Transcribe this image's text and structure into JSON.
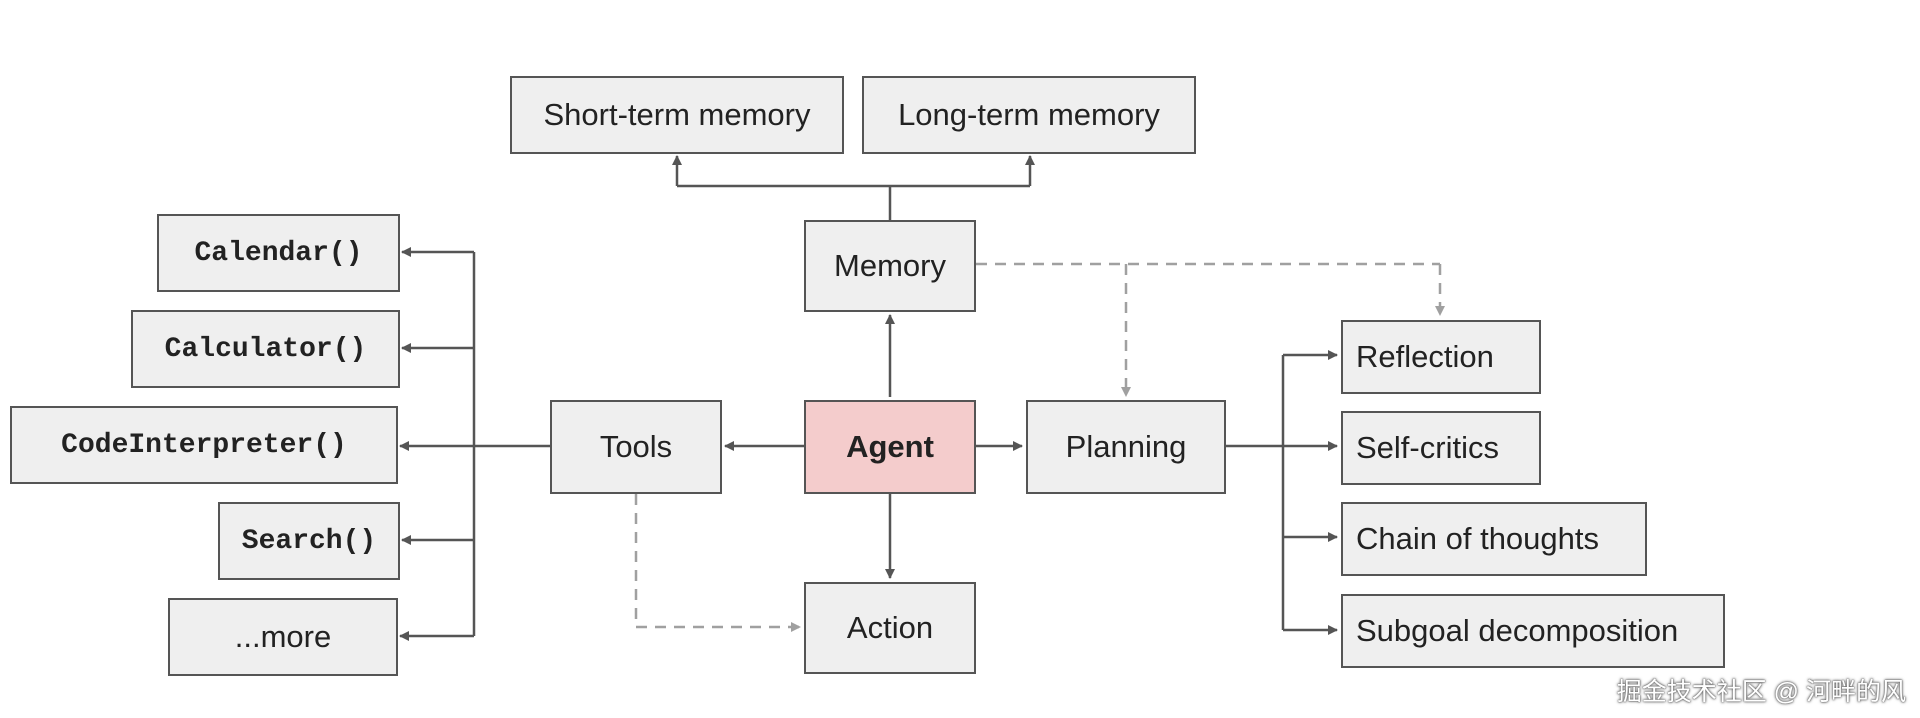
{
  "colors": {
    "box_fill": "#efefef",
    "box_border": "#555555",
    "agent_fill": "#f4cccc",
    "solid_arrow": "#555555",
    "dashed_arrow": "#a0a0a0"
  },
  "nodes": {
    "short_term_memory": "Short-term memory",
    "long_term_memory": "Long-term memory",
    "memory": "Memory",
    "agent": "Agent",
    "tools": "Tools",
    "planning": "Planning",
    "action": "Action",
    "tool_items": [
      "Calendar()",
      "Calculator()",
      "CodeInterpreter()",
      "Search()",
      "...more"
    ],
    "planning_items": [
      "Reflection",
      "Self-critics",
      "Chain of thoughts",
      "Subgoal decomposition"
    ]
  },
  "watermark": "掘金技术社区 @ 河畔的风"
}
